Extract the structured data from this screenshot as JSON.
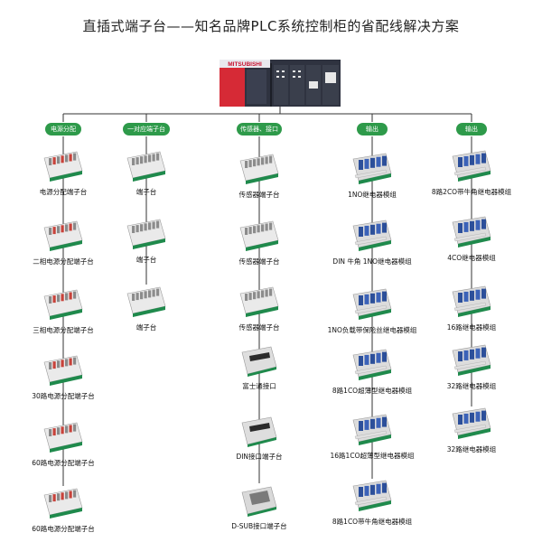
{
  "title": "直插式端子台——知名品牌PLC系统控制柜的省配线解决方案",
  "plc": {
    "brand_text": "MITSUBISHI"
  },
  "colors": {
    "line": "#333333",
    "badge": "#2e9a4a",
    "plc_red": "#d62a36",
    "plc_body": "#2f3340"
  },
  "columns": [
    {
      "category": "电源分配",
      "items": [
        {
          "label": "电源分配端子台",
          "kind": "power"
        },
        {
          "label": "二相电源分配端子台",
          "kind": "power"
        },
        {
          "label": "三相电源分配端子台",
          "kind": "power"
        },
        {
          "label": "30路电源分配端子台",
          "kind": "power"
        },
        {
          "label": "60路电源分配端子台",
          "kind": "power"
        },
        {
          "label": "60路电源分配端子台",
          "kind": "power"
        }
      ]
    },
    {
      "category": "一对应端子台",
      "items": [
        {
          "label": "端子台",
          "kind": "terminal"
        },
        {
          "label": "端子台",
          "kind": "terminal"
        },
        {
          "label": "端子台",
          "kind": "terminal"
        }
      ]
    },
    {
      "category": "传感器、接口",
      "items": [
        {
          "label": "传感器端子台",
          "kind": "sensor"
        },
        {
          "label": "传感器端子台",
          "kind": "sensor"
        },
        {
          "label": "传感器端子台",
          "kind": "sensor"
        },
        {
          "label": "富士通接口",
          "kind": "connector"
        },
        {
          "label": "DIN接口端子台",
          "kind": "connector"
        },
        {
          "label": "D-SUB接口端子台",
          "kind": "dsub"
        }
      ]
    },
    {
      "category": "输出",
      "items": [
        {
          "label": "1NO继电器模组",
          "kind": "relay"
        },
        {
          "label": "DIN 牛角 1NO继电器模组",
          "kind": "relay"
        },
        {
          "label": "1NO负载带保险丝继电器模组",
          "kind": "relay"
        },
        {
          "label": "8路1CO超薄型继电器模组",
          "kind": "relay"
        },
        {
          "label": "16路1CO超薄型继电器模组",
          "kind": "relay"
        },
        {
          "label": "8路1CO带牛角继电器模组",
          "kind": "relay"
        }
      ]
    },
    {
      "category": "输出",
      "items": [
        {
          "label": "8路2CO带牛角继电器模组",
          "kind": "relay"
        },
        {
          "label": "4CO继电器模组",
          "kind": "relay"
        },
        {
          "label": "16路继电器模组",
          "kind": "relay"
        },
        {
          "label": "32路继电器模组",
          "kind": "relay"
        },
        {
          "label": "32路继电器模组",
          "kind": "relay"
        }
      ]
    }
  ]
}
